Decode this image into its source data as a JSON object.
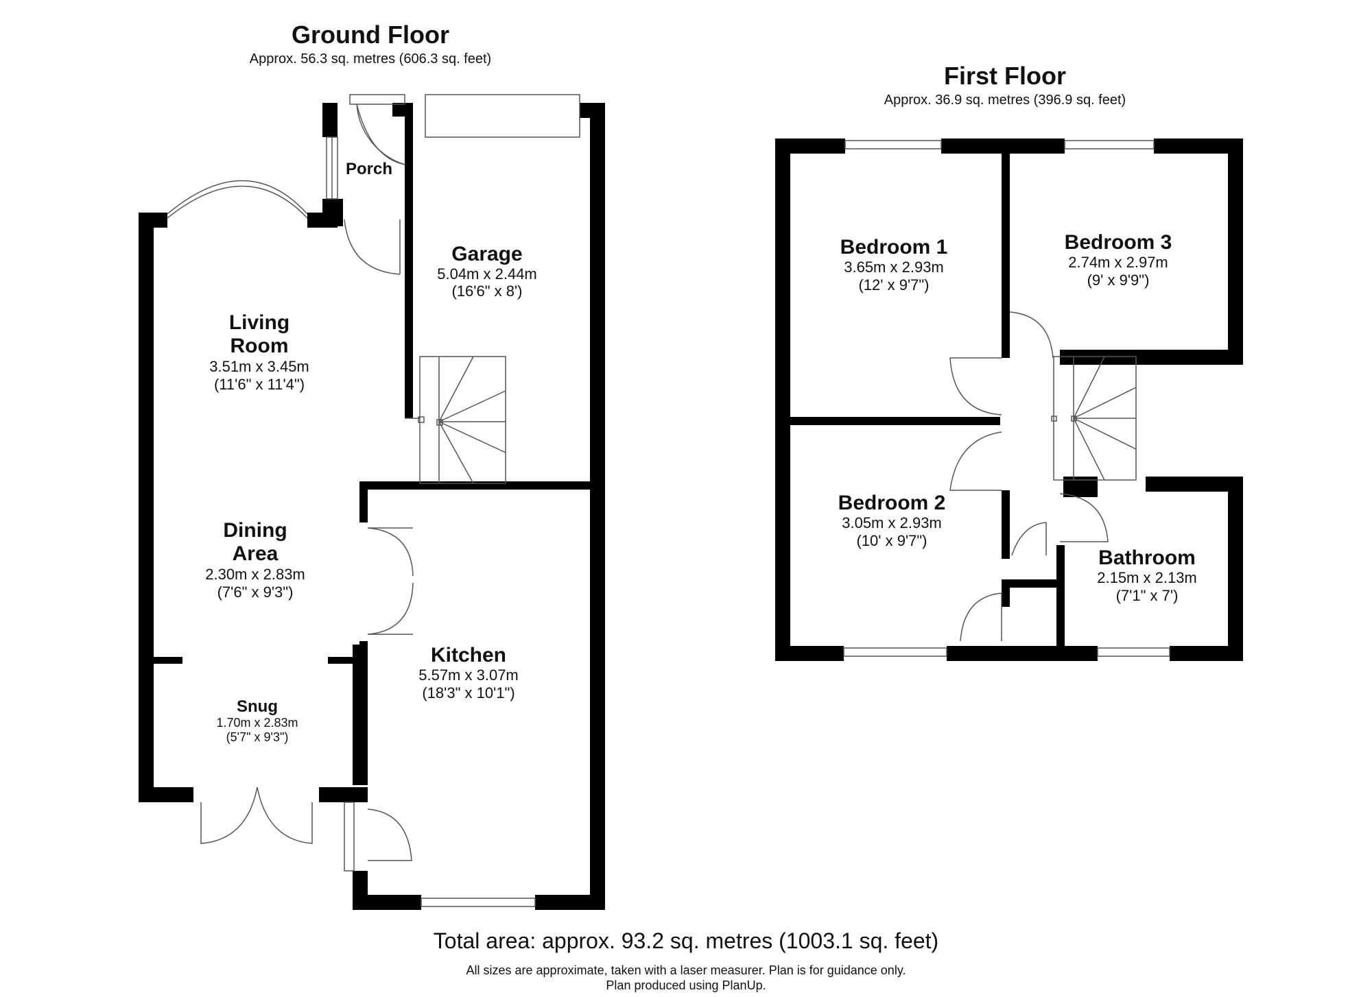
{
  "ground_floor": {
    "title": "Ground Floor",
    "area": "Approx. 56.3 sq. metres (606.3 sq. feet)",
    "rooms": [
      {
        "name": "Porch",
        "metric": "",
        "imperial": ""
      },
      {
        "name": "Garage",
        "metric": "5.04m x 2.44m",
        "imperial": "(16'6\" x 8')"
      },
      {
        "name_line1": "Living",
        "name_line2": "Room",
        "metric": "3.51m x 3.45m",
        "imperial": "(11'6\" x 11'4\")"
      },
      {
        "name_line1": "Dining",
        "name_line2": "Area",
        "metric": "2.30m x 2.83m",
        "imperial": "(7'6\" x 9'3\")"
      },
      {
        "name": "Snug",
        "metric": "1.70m x 2.83m",
        "imperial": "(5'7\" x 9'3\")"
      },
      {
        "name": "Kitchen",
        "metric": "5.57m x 3.07m",
        "imperial": "(18'3\" x 10'1\")"
      }
    ]
  },
  "first_floor": {
    "title": "First Floor",
    "area": "Approx. 36.9 sq. metres (396.9 sq. feet)",
    "rooms": [
      {
        "name": "Bedroom 1",
        "metric": "3.65m x 2.93m",
        "imperial": "(12' x 9'7\")"
      },
      {
        "name": "Bedroom 3",
        "metric": "2.74m x 2.97m",
        "imperial": "(9' x 9'9\")"
      },
      {
        "name": "Bedroom 2",
        "metric": "3.05m x 2.93m",
        "imperial": "(10' x 9'7\")"
      },
      {
        "name": "Bathroom",
        "metric": "2.15m x 2.13m",
        "imperial": "(7'1\" x 7')"
      }
    ]
  },
  "footer": {
    "total": "Total area: approx. 93.2 sq. metres (1003.1 sq. feet)",
    "note1": "All sizes are approximate, taken with a laser measurer. Plan is for guidance only.",
    "note2": "Plan produced using PlanUp."
  },
  "colors": {
    "wall": "#000000",
    "line": "#555555",
    "background": "#ffffff"
  }
}
